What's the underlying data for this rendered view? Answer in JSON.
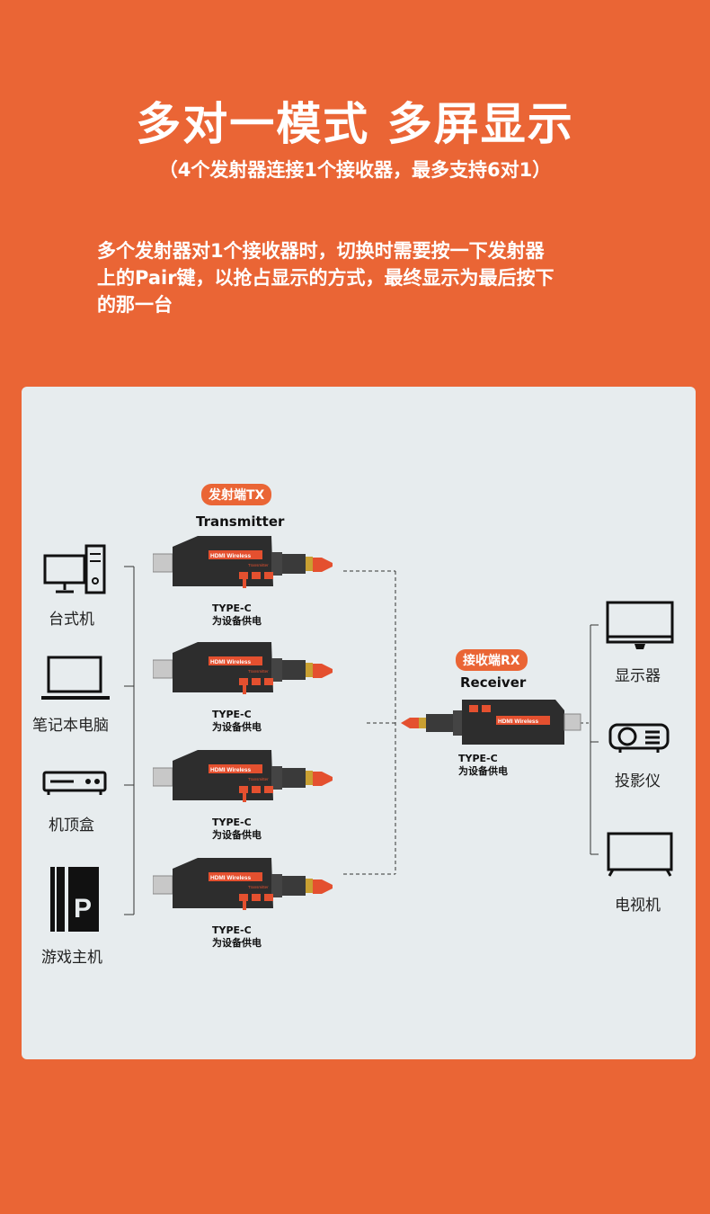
{
  "header": {
    "title": "多对一模式  多屏显示",
    "subtitle": "（4个发射器连接1个接收器，最多支持6对1）",
    "desc_line1": "多个发射器对1个接收器时，切换时需要按一下发射器",
    "desc_line2": "上的Pair键，以抢占显示的方式，最终显示为最后按下",
    "desc_line3": "的那一台"
  },
  "transmitter": {
    "badge": "发射端TX",
    "name": "Transmitter",
    "brand_text": "HDMI Wireless",
    "model_text": "Transmitter",
    "power_lines": [
      "TYPE-C",
      "为设备供电"
    ]
  },
  "receiver": {
    "badge": "接收端RX",
    "name": "Receiver",
    "brand_text": "HDMI Wireless",
    "power_lines": [
      "TYPE-C",
      "为设备供电"
    ]
  },
  "sources": [
    {
      "label": "台式机",
      "icon": "desktop-pc-icon"
    },
    {
      "label": "笔记本电脑",
      "icon": "laptop-icon"
    },
    {
      "label": "机顶盒",
      "icon": "set-top-box-icon"
    },
    {
      "label": "游戏主机",
      "icon": "game-console-icon"
    }
  ],
  "displays": [
    {
      "label": "显示器",
      "icon": "monitor-icon"
    },
    {
      "label": "投影仪",
      "icon": "projector-icon"
    },
    {
      "label": "电视机",
      "icon": "tv-icon"
    }
  ],
  "colors": {
    "background": "#ea6535",
    "panel": "#e7ecee",
    "device_body": "#2d2d2d",
    "accent": "#e4502f"
  }
}
